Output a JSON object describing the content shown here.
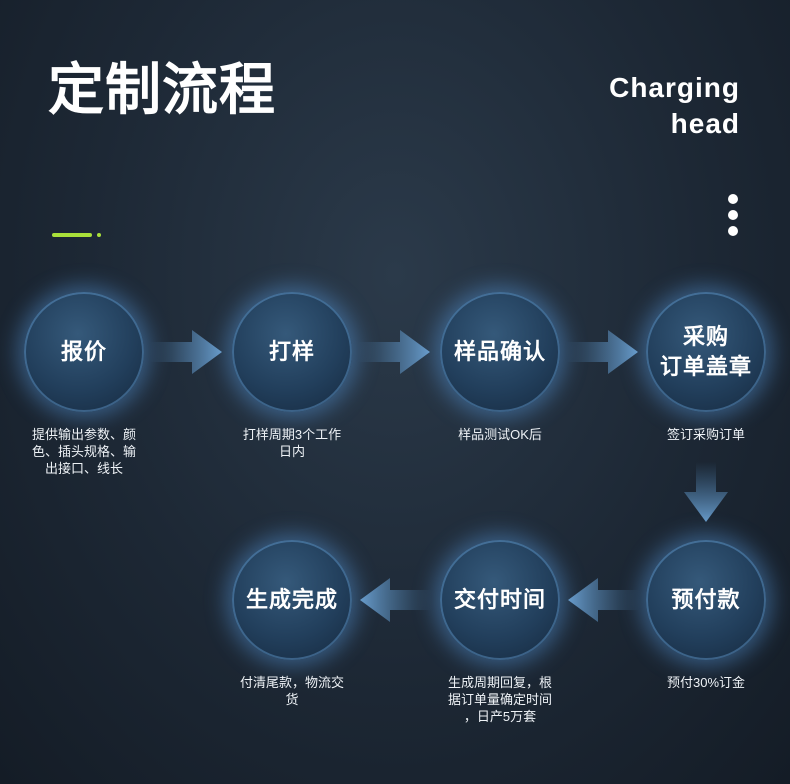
{
  "header": {
    "title": "定制流程",
    "subtitle_line1": "Charging",
    "subtitle_line2": "head"
  },
  "icons": {
    "more": "vertical-dots-icon",
    "arrow": "chevron-arrow-icon"
  },
  "colors": {
    "accent": "#a9e03a",
    "circle": "#223f5c",
    "glow": "#5aa0e6"
  },
  "steps": [
    {
      "label": "报价",
      "desc": "提供输出参数、颜\n色、插头规格、输\n出接口、线长"
    },
    {
      "label": "打样",
      "desc": "打样周期3个工作\n日内"
    },
    {
      "label": "样品确认",
      "desc": "样品测试OK后"
    },
    {
      "label": "采购\n订单盖章",
      "desc": "签订采购订单"
    },
    {
      "label": "预付款",
      "desc": "预付30%订金"
    },
    {
      "label": "交付时间",
      "desc": "生成周期回复，根\n据订单量确定时间\n，日产5万套"
    },
    {
      "label": "生成完成",
      "desc": "付清尾款，物流交\n货"
    }
  ]
}
